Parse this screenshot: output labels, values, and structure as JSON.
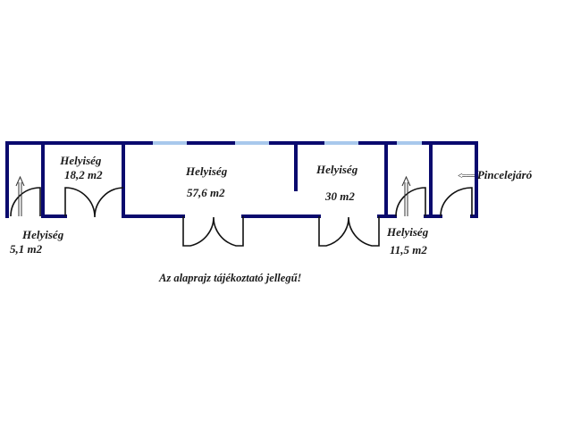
{
  "rooms": [
    {
      "name": "Helyiség",
      "area": "5,1 m2"
    },
    {
      "name": "Helyiség",
      "area": "18,2 m2"
    },
    {
      "name": "Helyiség",
      "area": "57,6 m2"
    },
    {
      "name": "Helyiség",
      "area": "30 m2"
    },
    {
      "name": "Helyiség",
      "area": "11,5 m2"
    }
  ],
  "basement_entrance": {
    "arrow": "<===",
    "label": "Pincelejáró"
  },
  "note": "Az alaprajz tájékoztató jellegű!",
  "colors": {
    "wall": "#0a0a6e",
    "window": "#a8c8ec",
    "door": "#111111"
  }
}
